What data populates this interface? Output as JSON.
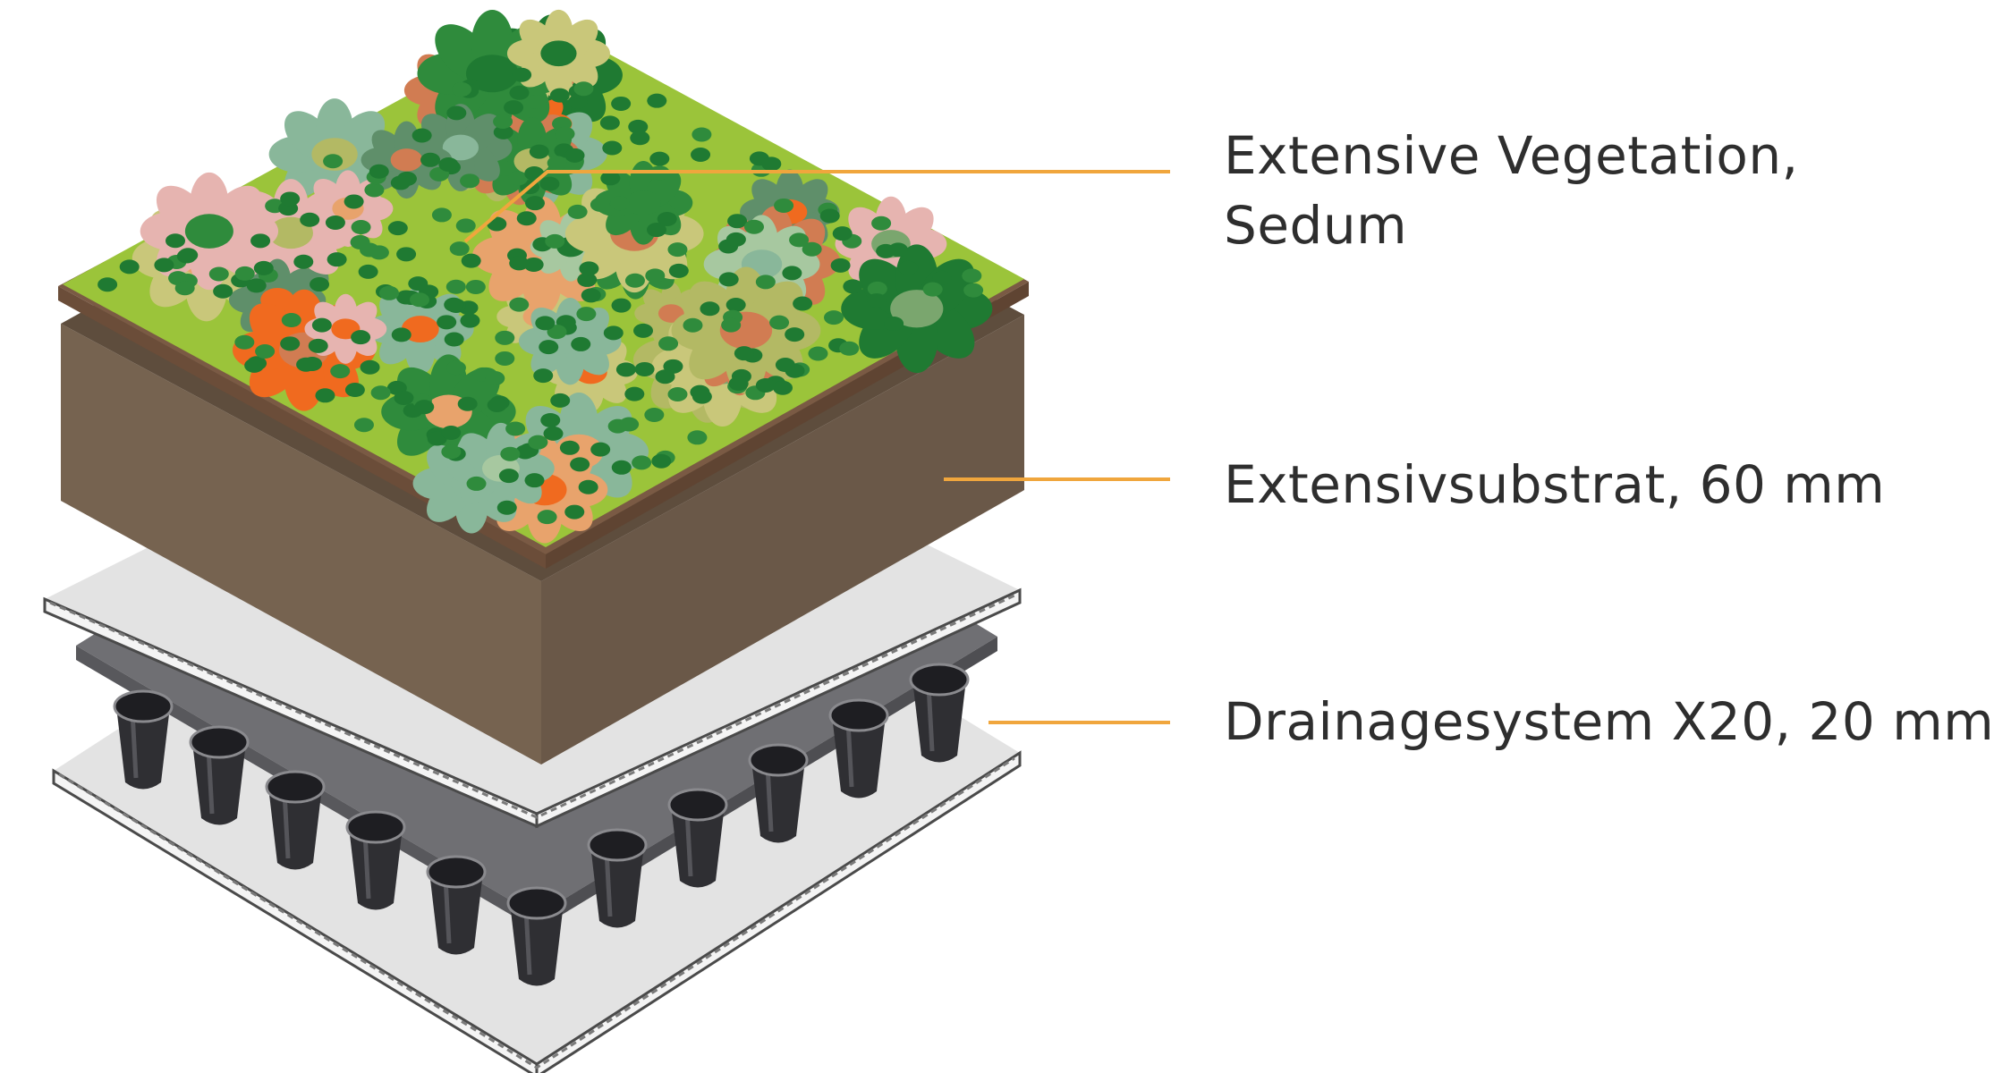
{
  "labels": {
    "vegetation_line1": "Extensive Vegetation,",
    "vegetation_line2": "Sedum",
    "substrat": "Extensivsubstrat, 60 mm",
    "drainage": "Drainagesystem X20, 20 mm"
  },
  "colors": {
    "leader_line": "#f0a63d",
    "substrate_front": "#766350",
    "substrate_side": "#6a5848",
    "vegetation_base": "#9bc43a",
    "fleece": "#e3e3e3",
    "drainage_board": "#6f6f73",
    "drainage_cup": "#2f2f33"
  }
}
